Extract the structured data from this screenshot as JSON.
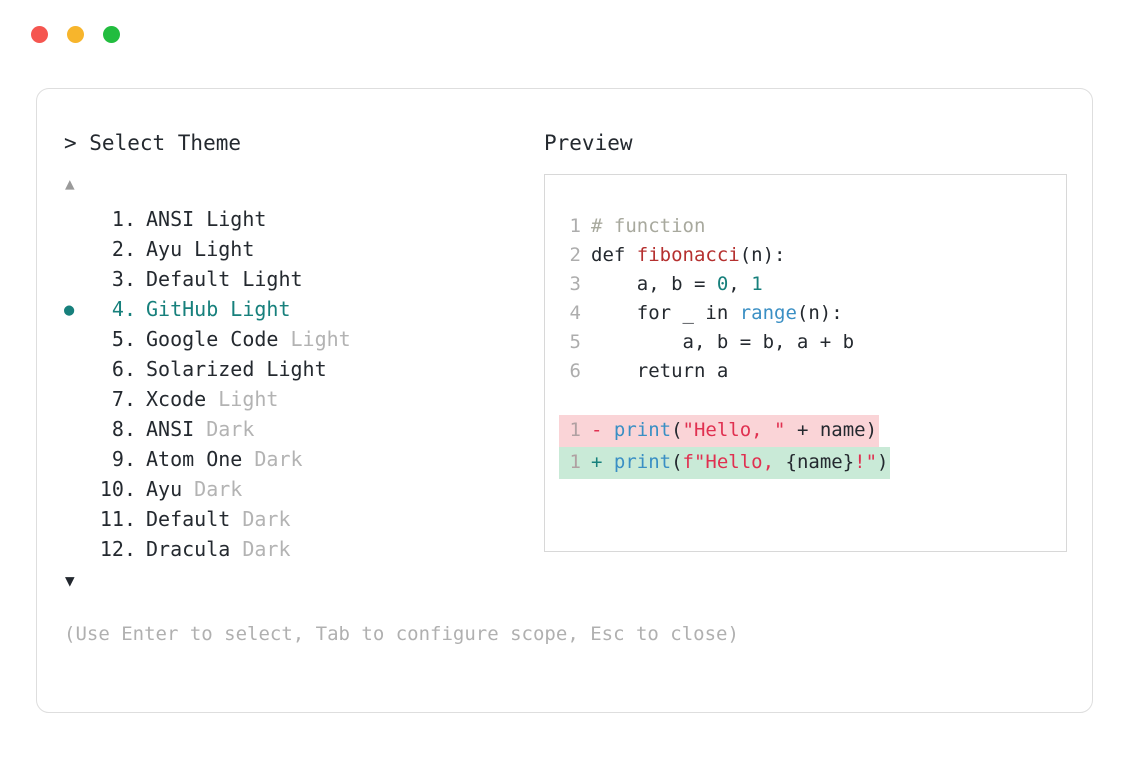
{
  "window": {
    "controls": [
      {
        "name": "close-button",
        "color": "#f55650"
      },
      {
        "name": "minimize-button",
        "color": "#f7b52c"
      },
      {
        "name": "maximize-button",
        "color": "#22bd3f"
      }
    ]
  },
  "prompt": {
    "heading": "> Select Theme",
    "scroll_up_glyph": "▲",
    "scroll_down_glyph": "▼",
    "selected_index": 4,
    "bullet_glyph": "●",
    "accent_color": "#17807c",
    "items": [
      {
        "index": "1.",
        "name": "ANSI",
        "variant": " Light",
        "variant_muted": false,
        "selected": false
      },
      {
        "index": "2.",
        "name": "Ayu",
        "variant": " Light",
        "variant_muted": false,
        "selected": false
      },
      {
        "index": "3.",
        "name": "Default",
        "variant": " Light",
        "variant_muted": false,
        "selected": false
      },
      {
        "index": "4.",
        "name": "GitHub",
        "variant": " Light",
        "variant_muted": false,
        "selected": true
      },
      {
        "index": "5.",
        "name": "Google Code",
        "variant": " Light",
        "variant_muted": true,
        "selected": false
      },
      {
        "index": "6.",
        "name": "Solarized",
        "variant": " Light",
        "variant_muted": false,
        "selected": false
      },
      {
        "index": "7.",
        "name": "Xcode",
        "variant": " Light",
        "variant_muted": true,
        "selected": false
      },
      {
        "index": "8.",
        "name": "ANSI",
        "variant": " Dark",
        "variant_muted": true,
        "selected": false
      },
      {
        "index": "9.",
        "name": "Atom One",
        "variant": " Dark",
        "variant_muted": true,
        "selected": false
      },
      {
        "index": "10.",
        "name": "Ayu",
        "variant": " Dark",
        "variant_muted": true,
        "selected": false
      },
      {
        "index": "11.",
        "name": "Default",
        "variant": " Dark",
        "variant_muted": true,
        "selected": false
      },
      {
        "index": "12.",
        "name": "Dracula",
        "variant": " Dark",
        "variant_muted": true,
        "selected": false
      }
    ],
    "hint": "(Use Enter to select, Tab to configure scope, Esc to close)"
  },
  "preview": {
    "heading": "Preview",
    "code_lines": [
      {
        "num": "1",
        "segments": [
          {
            "text": "# function",
            "kind": "comment"
          }
        ]
      },
      {
        "num": "2",
        "segments": [
          {
            "text": "def ",
            "kind": "plain"
          },
          {
            "text": "fibonacci",
            "kind": "fn"
          },
          {
            "text": "(n):",
            "kind": "plain"
          }
        ]
      },
      {
        "num": "3",
        "segments": [
          {
            "text": "    a, b = ",
            "kind": "plain"
          },
          {
            "text": "0",
            "kind": "num"
          },
          {
            "text": ", ",
            "kind": "plain"
          },
          {
            "text": "1",
            "kind": "num"
          }
        ]
      },
      {
        "num": "4",
        "segments": [
          {
            "text": "    for _ in ",
            "kind": "plain"
          },
          {
            "text": "range",
            "kind": "builtin"
          },
          {
            "text": "(n):",
            "kind": "plain"
          }
        ]
      },
      {
        "num": "5",
        "segments": [
          {
            "text": "        a, b = b, a + b",
            "kind": "plain"
          }
        ]
      },
      {
        "num": "6",
        "segments": [
          {
            "text": "    return a",
            "kind": "plain"
          }
        ]
      }
    ],
    "diff_lines": [
      {
        "num": "1",
        "mark": "-",
        "type": "del",
        "bg": "#fad4d7",
        "segments": [
          {
            "text": "print",
            "kind": "builtin"
          },
          {
            "text": "(",
            "kind": "plain"
          },
          {
            "text": "\"Hello, \"",
            "kind": "str"
          },
          {
            "text": " + name)",
            "kind": "plain"
          }
        ]
      },
      {
        "num": "1",
        "mark": "+",
        "type": "add",
        "bg": "#c9ead7",
        "segments": [
          {
            "text": "print",
            "kind": "builtin"
          },
          {
            "text": "(",
            "kind": "plain"
          },
          {
            "text": "f\"Hello, ",
            "kind": "str"
          },
          {
            "text": "{name}",
            "kind": "plain"
          },
          {
            "text": "!\"",
            "kind": "str"
          },
          {
            "text": ")",
            "kind": "plain"
          }
        ]
      }
    ]
  }
}
